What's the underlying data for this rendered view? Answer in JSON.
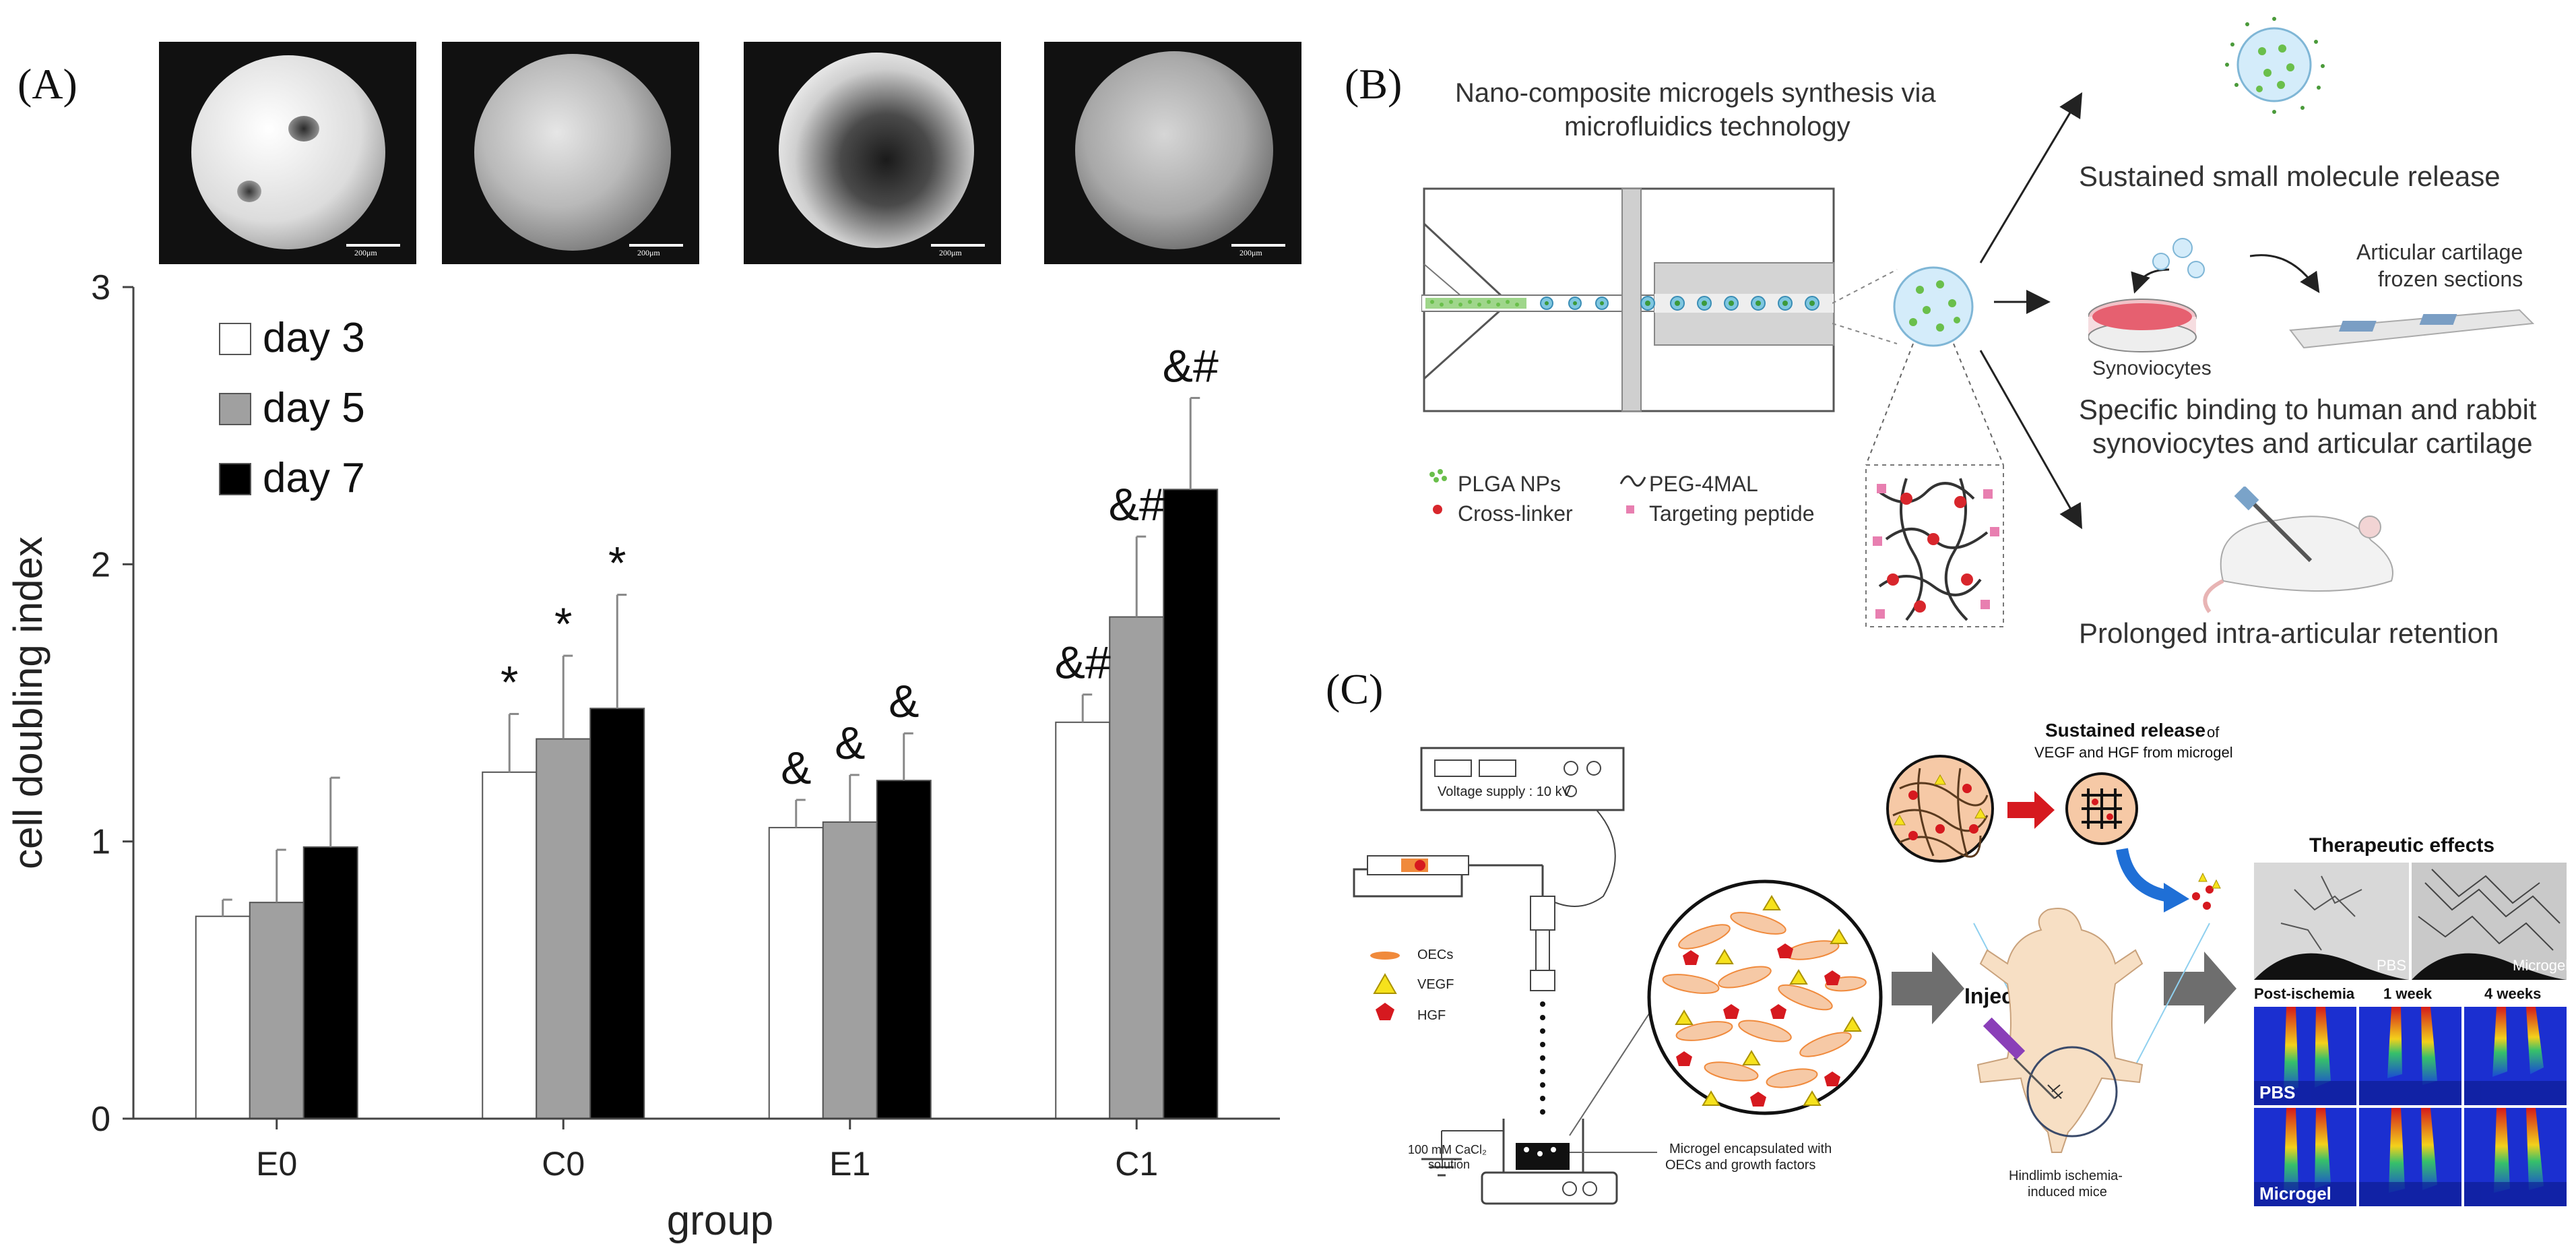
{
  "panelA": {
    "label": "(A)",
    "sem_scale_labels": [
      "200μm",
      "200μm",
      "200μm",
      "200μm"
    ]
  },
  "chart_data": {
    "type": "bar",
    "categories": [
      "E0",
      "C0",
      "E1",
      "C1"
    ],
    "series": [
      {
        "name": "day 3",
        "color": "#ffffff",
        "values": [
          0.73,
          1.25,
          1.05,
          1.43
        ],
        "errors": [
          0.06,
          0.21,
          0.1,
          0.1
        ]
      },
      {
        "name": "day 5",
        "color": "#a0a0a0",
        "values": [
          0.78,
          1.37,
          1.07,
          1.81
        ],
        "errors": [
          0.19,
          0.3,
          0.17,
          0.29
        ]
      },
      {
        "name": "day 7",
        "color": "#000000",
        "values": [
          0.98,
          1.48,
          1.22,
          2.27
        ],
        "errors": [
          0.25,
          0.41,
          0.17,
          0.33
        ]
      }
    ],
    "annotations": [
      [
        "",
        "",
        ""
      ],
      [
        "*",
        "*",
        "*"
      ],
      [
        "&",
        "&",
        "&"
      ],
      [
        "&#",
        "&#",
        "&#"
      ]
    ],
    "ylim": [
      0,
      3
    ],
    "yticks": [
      "0",
      "1",
      "2",
      "3"
    ],
    "xlabel": "group",
    "ylabel": "cell doubling index",
    "legend_position": "top-left"
  },
  "panelB": {
    "label": "(B)",
    "title_line1": "Nano-composite microgels synthesis via",
    "title_line2": "microfluidics technology",
    "legend": {
      "plga": "PLGA NPs",
      "peg": "PEG-4MAL",
      "crosslinker": "Cross-linker",
      "peptide": "Targeting peptide"
    },
    "outcome_release": "Sustained small molecule release",
    "cartilage_line1": "Articular cartilage",
    "cartilage_line2": "frozen sections",
    "synoviocytes": "Synoviocytes",
    "binding_line1": "Specific binding to human and rabbit",
    "binding_line2": "synoviocytes and articular cartilage",
    "retention": "Prolonged intra-articular retention",
    "colors": {
      "green": "#6abf4b",
      "red": "#d8262c",
      "pink": "#e87fb0",
      "gray": "#cccccc"
    }
  },
  "panelC": {
    "label": "(C)",
    "voltage_supply": "Voltage supply : 10 kV",
    "legend_oecs": "OECs",
    "legend_vegf": "VEGF",
    "legend_hgf": "HGF",
    "cacl2_line1": "100 mM CaCl₂",
    "cacl2_line2": "solution",
    "encaps_line1": "Microgel encapsulated with",
    "encaps_line2": "OECs and growth factors",
    "injectable": "Injectable",
    "sustained_bold": "Sustained release",
    "sustained_of": "of",
    "sustained_line2": "VEGF and HGF from microgel",
    "hindlimb_line1": "Hindlimb ischemia-",
    "hindlimb_line2": "induced mice",
    "therapeutic": "Therapeutic effects",
    "micro_pbs": "PBS",
    "micro_microgel": "Microgel",
    "time_post": "Post-ischemia",
    "time_1w": "1 week",
    "time_4w": "4 weeks",
    "row_pbs": "PBS",
    "row_microgel": "Microgel",
    "colors": {
      "orange": "#f08a3c",
      "yellow": "#f6e21c",
      "red": "#d6191f",
      "blue": "#1f6fd6",
      "arrow_gray": "#6e6e6e"
    }
  }
}
